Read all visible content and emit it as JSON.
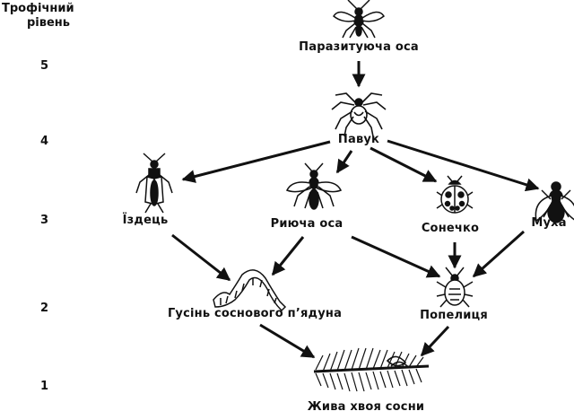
{
  "axis": {
    "title_line1": "Трофічний",
    "title_line2": "рівень"
  },
  "levels": [
    "5",
    "4",
    "3",
    "2",
    "1"
  ],
  "organisms": {
    "parasitic_wasp": "Паразитуюча оса",
    "spider": "Павук",
    "ichneumon": "Їздець",
    "digger_wasp": "Риюча оса",
    "ladybug": "Сонечко",
    "fly": "Муха",
    "caterpillar": "Гусінь соснового п’ядуна",
    "aphid": "Попелиця",
    "pine_needles": "Жива хвоя сосни"
  },
  "icons": {
    "parasitic_wasp": "wasp-icon",
    "spider": "spider-icon",
    "ichneumon": "ichneumon-icon",
    "digger_wasp": "digger-wasp-icon",
    "ladybug": "ladybug-icon",
    "fly": "fly-icon",
    "caterpillar": "caterpillar-icon",
    "aphid": "aphid-icon",
    "pine_needles": "pine-branch-icon"
  },
  "links": [
    [
      "spider",
      "parasitic_wasp"
    ],
    [
      "ichneumon",
      "spider"
    ],
    [
      "digger_wasp",
      "spider"
    ],
    [
      "ladybug",
      "spider"
    ],
    [
      "fly",
      "spider"
    ],
    [
      "caterpillar",
      "ichneumon"
    ],
    [
      "caterpillar",
      "digger_wasp"
    ],
    [
      "aphid",
      "digger_wasp"
    ],
    [
      "aphid",
      "ladybug"
    ],
    [
      "aphid",
      "fly"
    ],
    [
      "pine_needles",
      "caterpillar"
    ],
    [
      "pine_needles",
      "aphid"
    ]
  ]
}
